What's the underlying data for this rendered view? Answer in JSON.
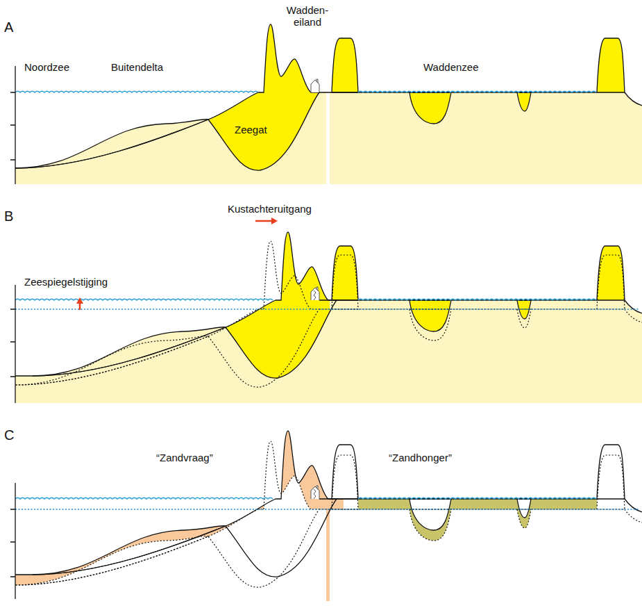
{
  "diagram": {
    "labels": [
      "A",
      "Noordzee",
      "Buitendelta",
      "Wadden- eiland",
      "Zeegat",
      "Waddenzee",
      "B",
      "Kustachteruitgang",
      "Zeespiegelstijging",
      "C",
      "“Zandvraag”",
      "“Zandhonger”"
    ]
  }
}
